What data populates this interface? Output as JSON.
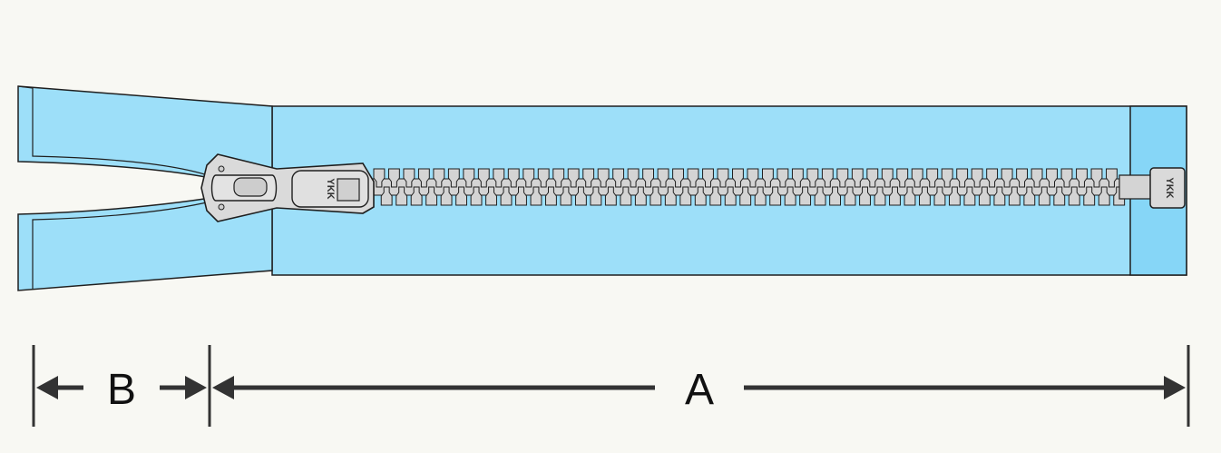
{
  "zipper": {
    "brand": "YKK",
    "tape_color": "#9ddff9",
    "tape_end_color": "#86d6f7",
    "teeth_color": "#d4d4d4",
    "slider_color": "#dadada",
    "outline_color": "#1f1f1f",
    "tooth_count": 50
  },
  "dimensions": {
    "b_label": "B",
    "a_label": "A",
    "line_color": "#333333"
  }
}
